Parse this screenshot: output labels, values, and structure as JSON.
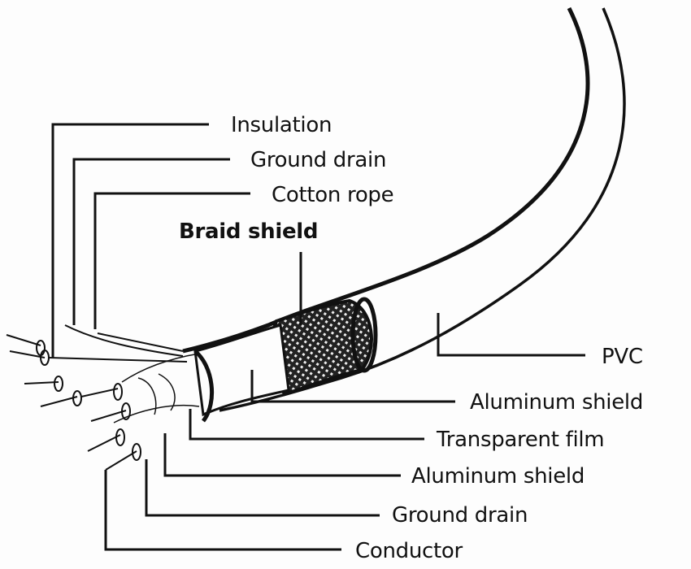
{
  "diagram": {
    "title": "Cable structure",
    "labels": {
      "insulation": "Insulation",
      "ground_drain_top": "Ground drain",
      "cotton_rope": "Cotton rope",
      "braid_shield": "Braid shield",
      "pvc": "PVC",
      "aluminum_shield_outer": "Aluminum shield",
      "transparent_film": "Transparent film",
      "aluminum_shield_inner": "Aluminum shield",
      "ground_drain_bottom": "Ground drain",
      "conductor": "Conductor"
    },
    "colors": {
      "ink": "#111111",
      "background": "#fdfdfd"
    }
  }
}
